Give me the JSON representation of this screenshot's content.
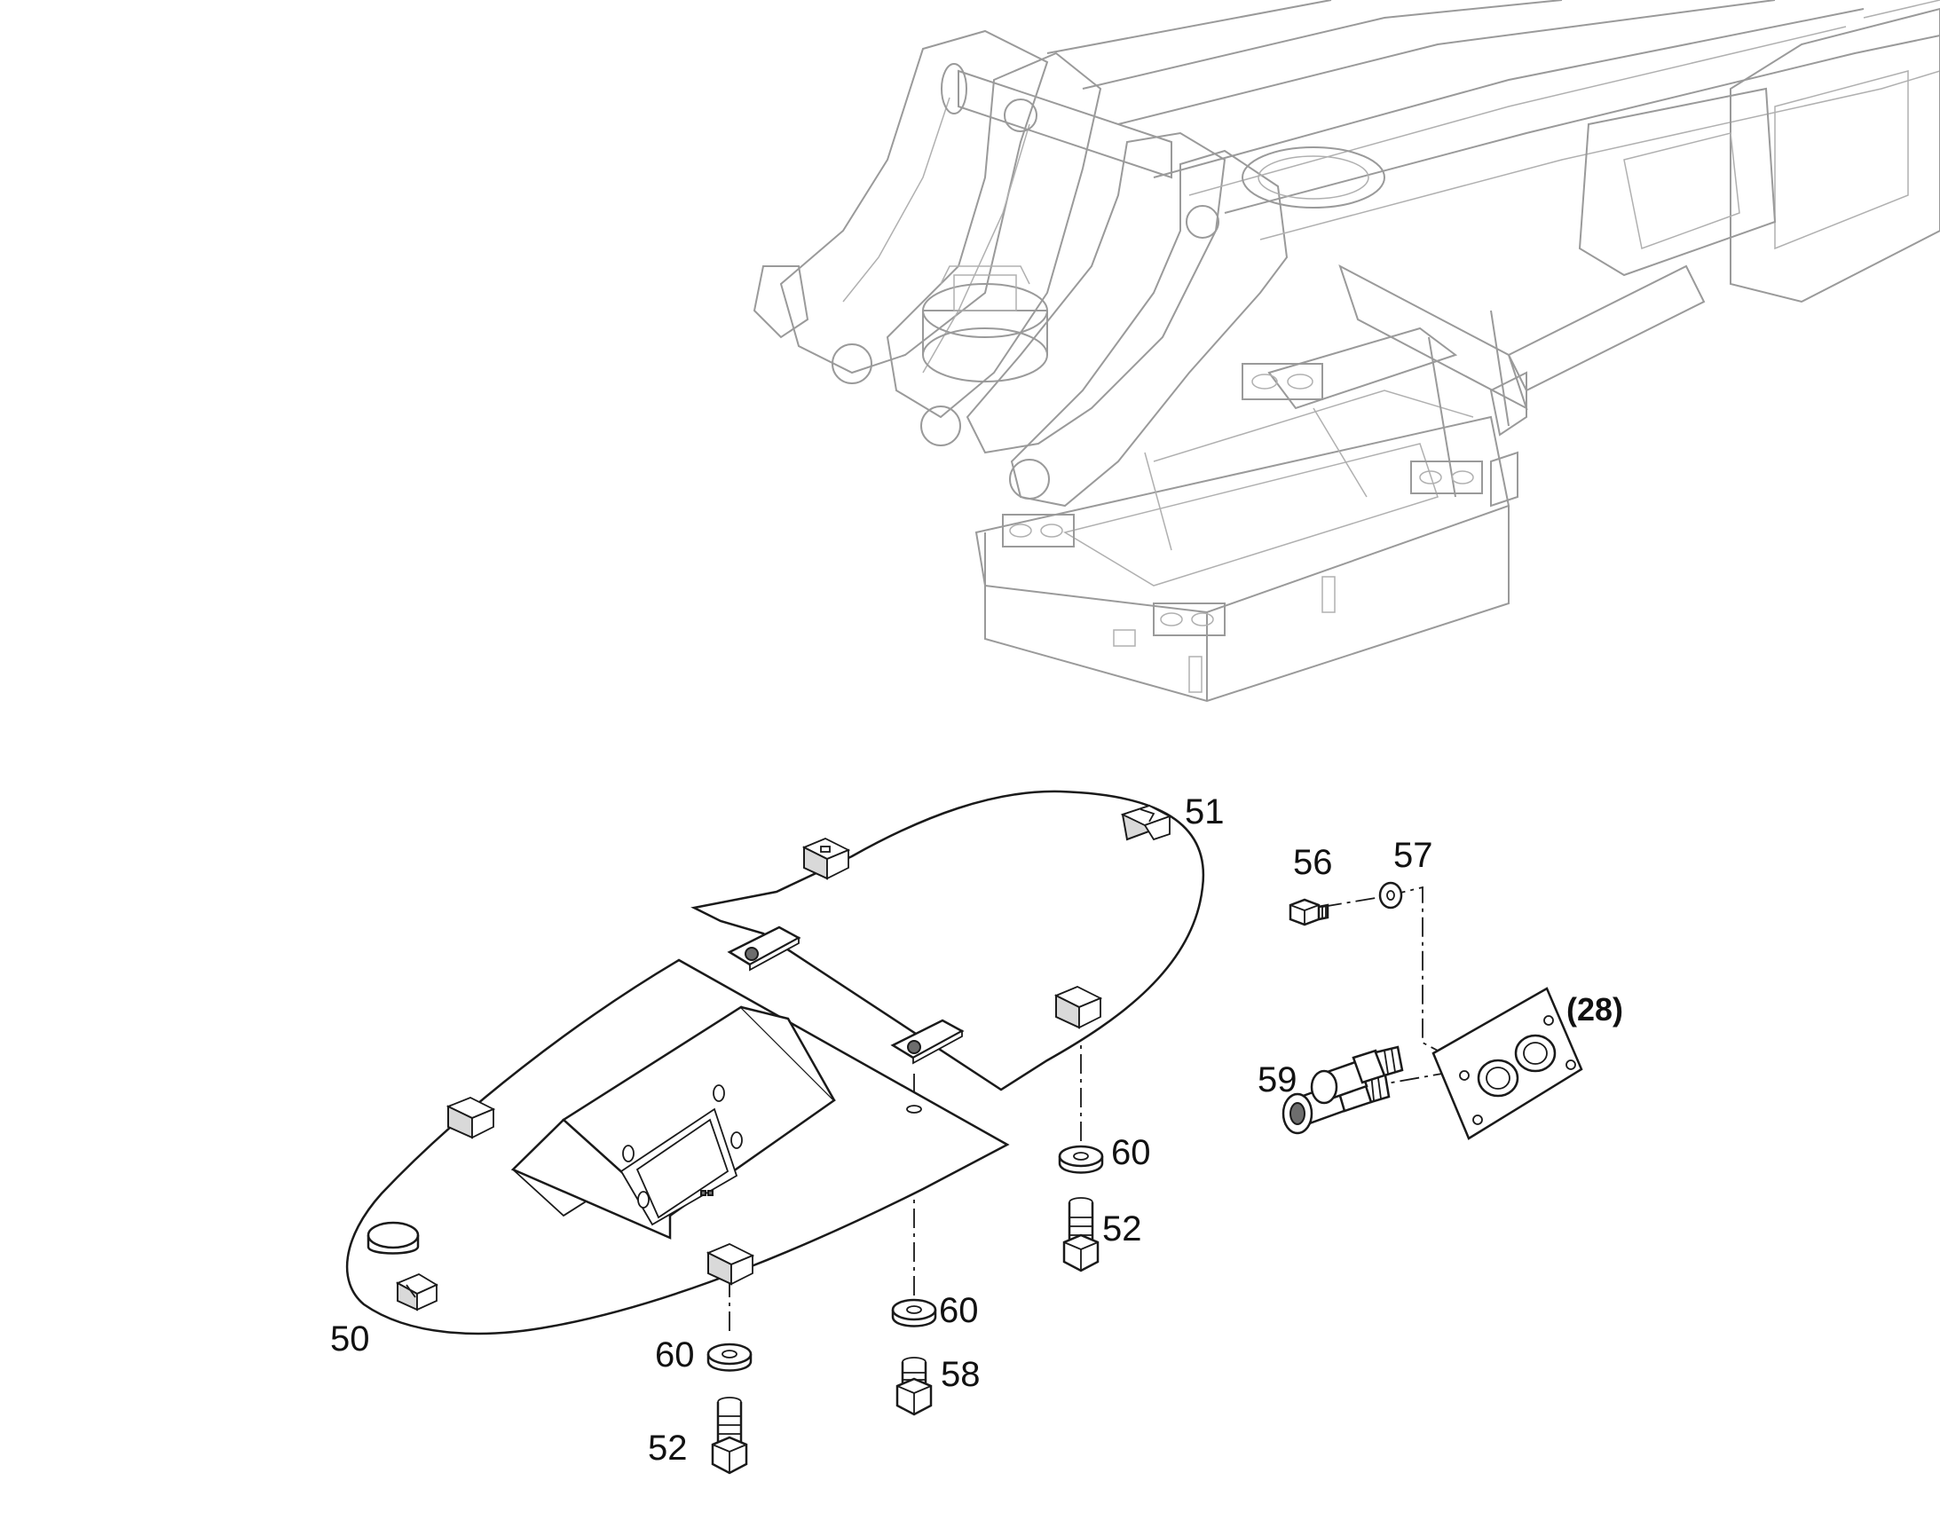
{
  "callouts": {
    "c50": "50",
    "c51": "51",
    "c52a": "52",
    "c52b": "52",
    "c56": "56",
    "c57": "57",
    "c58": "58",
    "c59": "59",
    "c60a": "60",
    "c60b": "60",
    "c60c": "60",
    "c28": "(28)"
  },
  "colors": {
    "line": "#1a1a1a",
    "frame_line": "#9a9a9a",
    "background": "#ffffff"
  }
}
